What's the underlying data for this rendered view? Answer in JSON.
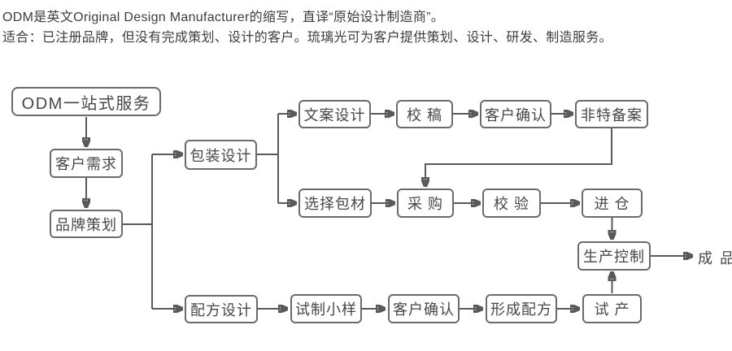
{
  "intro": {
    "line1": "ODM是英文Original Design Manufacturer的缩写，直译“原始设计制造商”。",
    "line2": "适合：已注册品牌，但没有完成策划、设计的客户。琉璃光可为客户提供策划、设计、研发、制造服务。"
  },
  "flowchart": {
    "nodes": {
      "odm_service": "ODM一站式服务",
      "customer_needs": "客户需求",
      "brand_planning": "品牌策划",
      "packaging_design": "包装设计",
      "copy_design": "文案设计",
      "proofreading": "校 稿",
      "customer_confirm_top": "客户确认",
      "non_special_filing": "非特备案",
      "select_packaging": "选择包材",
      "purchase": "采 购",
      "inspection": "校 验",
      "warehouse": "进 仓",
      "production_control": "生产控制",
      "finished_product": "成 品",
      "formula_design": "配方设计",
      "trial_sample": "试制小样",
      "customer_confirm_bottom": "客户确认",
      "form_formula": "形成配方",
      "trial_production": "试 产"
    },
    "colors": {
      "box_border": "#6b6b6b",
      "connector": "#595959",
      "text": "#474747",
      "intro_text": "#3d3d3d",
      "background": "#ffffff"
    }
  }
}
